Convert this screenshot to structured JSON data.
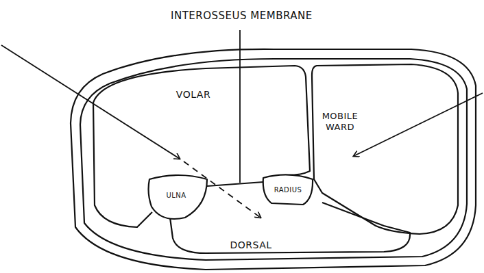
{
  "diagram": {
    "nodes": [
      {
        "text": [
          "VOLAR"
        ]
      },
      {
        "text": [
          "MOBILE WARD"
        ]
      },
      {
        "text": [
          "ULNA"
        ]
      },
      {
        "text": [
          "RADIUS"
        ]
      },
      {
        "text": [
          "DORSAL"
        ]
      }
    ],
    "labels": [
      "INTEROSSEUS MEMBRANE"
    ]
  }
}
